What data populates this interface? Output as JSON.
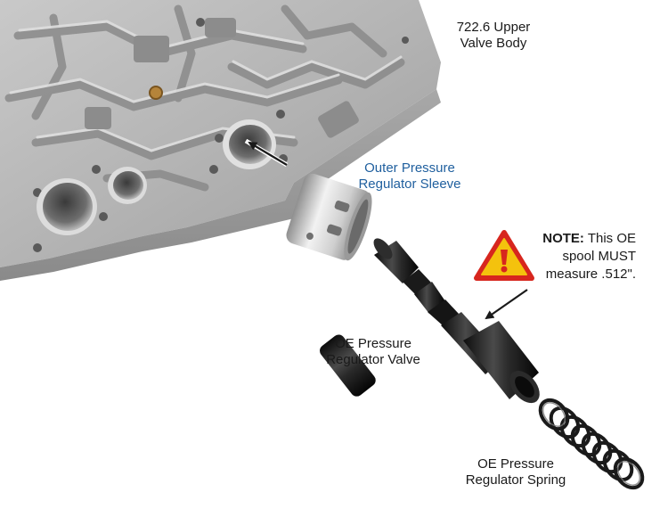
{
  "labels": {
    "valve_body": [
      "722.6 Upper",
      "Valve Body"
    ],
    "sleeve": [
      "Outer Pressure",
      "Regulator Sleeve"
    ],
    "valve": [
      "OE Pressure",
      "Regulator Valve"
    ],
    "spring": [
      "OE Pressure",
      "Regulator Spring"
    ]
  },
  "note": {
    "heading": "NOTE:",
    "line1": "This OE",
    "line2": "spool MUST",
    "line3": "measure .512\"."
  },
  "colors": {
    "label_blue": "#1f5f9e",
    "warning_fill": "#f4c20d",
    "warning_border": "#d7261e",
    "exclamation": "#d7261e"
  },
  "icons": [
    "warning-triangle-icon"
  ]
}
